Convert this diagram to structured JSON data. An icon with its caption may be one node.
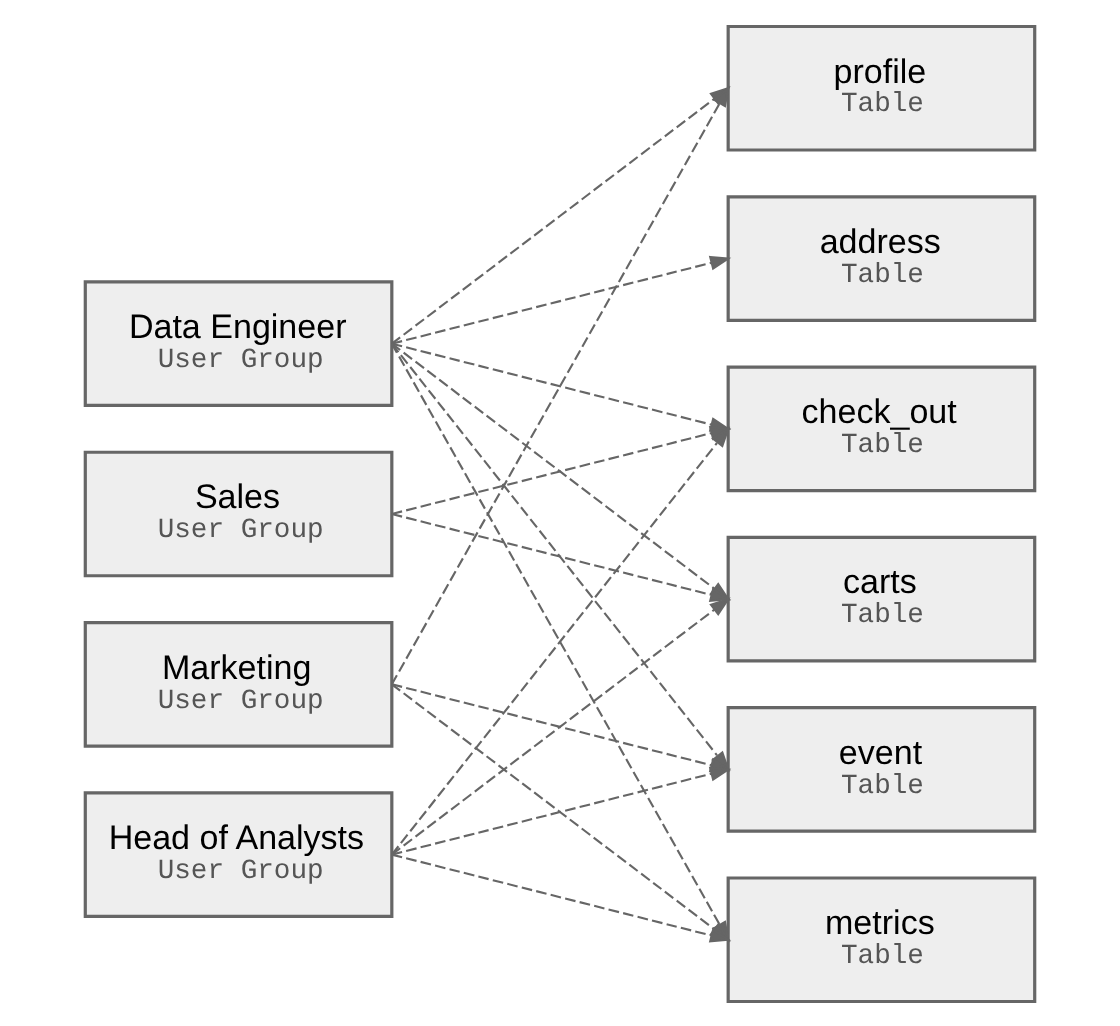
{
  "diagram": {
    "nodes": [
      {
        "text": [
          "Data Engineer",
          "User Group"
        ]
      },
      {
        "text": [
          "Sales",
          "User Group"
        ]
      },
      {
        "text": [
          "Marketing",
          "User Group"
        ]
      },
      {
        "text": [
          "Head of Analysts",
          "User Group"
        ]
      },
      {
        "text": [
          "profile",
          "Table"
        ]
      },
      {
        "text": [
          "address",
          "Table"
        ]
      },
      {
        "text": [
          "check_out",
          "Table"
        ]
      },
      {
        "text": [
          "carts",
          "Table"
        ]
      },
      {
        "text": [
          "event",
          "Table"
        ]
      },
      {
        "text": [
          "metrics",
          "Table"
        ]
      }
    ],
    "edges": [
      {
        "from": 0,
        "to": 4,
        "arrow": "to",
        "style": "dashed"
      },
      {
        "from": 0,
        "to": 5,
        "arrow": "to",
        "style": "dashed"
      },
      {
        "from": 0,
        "to": 6,
        "arrow": "to",
        "style": "dashed"
      },
      {
        "from": 0,
        "to": 7,
        "arrow": "to",
        "style": "dashed"
      },
      {
        "from": 0,
        "to": 8,
        "arrow": "to",
        "style": "dashed"
      },
      {
        "from": 0,
        "to": 9,
        "arrow": "to",
        "style": "dashed"
      },
      {
        "from": 1,
        "to": 6,
        "arrow": "to",
        "style": "dashed"
      },
      {
        "from": 1,
        "to": 7,
        "arrow": "to",
        "style": "dashed"
      },
      {
        "from": 2,
        "to": 4,
        "arrow": "to",
        "style": "dashed"
      },
      {
        "from": 2,
        "to": 8,
        "arrow": "to",
        "style": "dashed"
      },
      {
        "from": 2,
        "to": 9,
        "arrow": "to",
        "style": "dashed"
      },
      {
        "from": 3,
        "to": 6,
        "arrow": "to",
        "style": "dashed"
      },
      {
        "from": 3,
        "to": 7,
        "arrow": "to",
        "style": "dashed"
      },
      {
        "from": 3,
        "to": 8,
        "arrow": "to",
        "style": "dashed"
      },
      {
        "from": 3,
        "to": 9,
        "arrow": "to",
        "style": "dashed"
      }
    ]
  }
}
